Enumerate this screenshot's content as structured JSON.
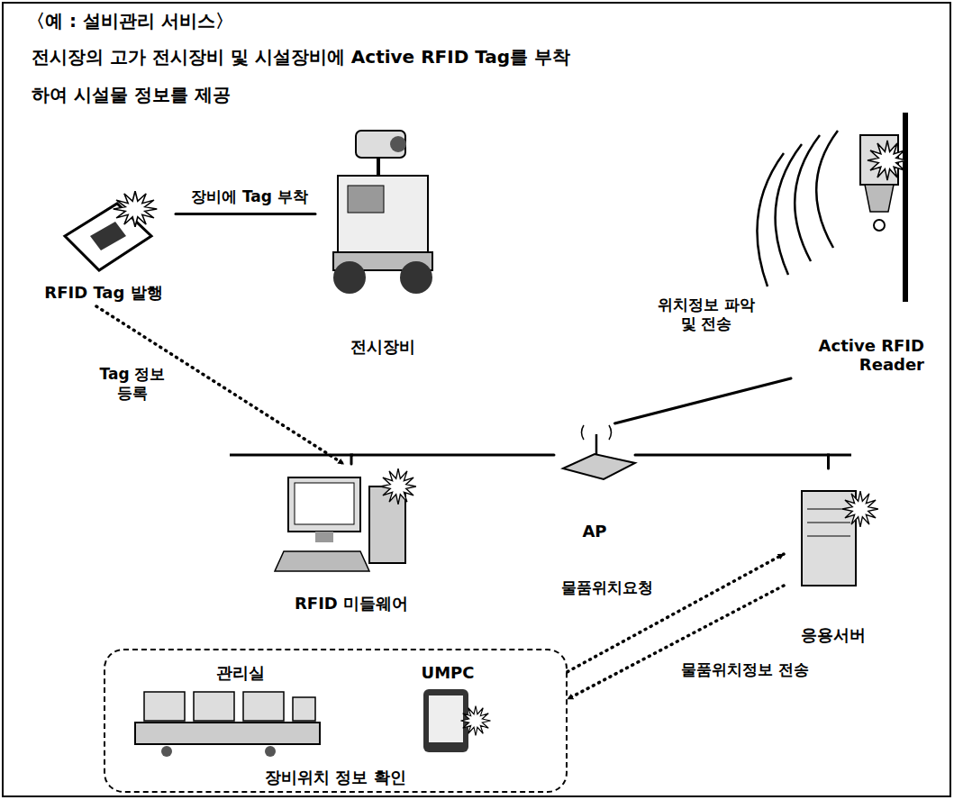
{
  "diagram": {
    "title": "〈예 : 설비관리 서비스〉",
    "nodes": [
      {
        "text": [
          "RFID Tag 발행"
        ]
      },
      {
        "text": [
          "전시장비"
        ]
      },
      {
        "text": [
          "Active RFID Reader"
        ]
      },
      {
        "text": [
          "AP"
        ]
      },
      {
        "text": [
          "RFID 미들웨어"
        ]
      },
      {
        "text": [
          "응용서버"
        ]
      },
      {
        "text": [
          "장비위치 정보 확인"
        ]
      },
      {
        "text": [
          "관리실"
        ],
        "in": 6
      },
      {
        "text": [
          "UMPC"
        ],
        "in": 6
      }
    ],
    "edges": [
      {
        "from": 0,
        "to": 1,
        "label": "장비에 Tag 부착",
        "arrow": "none"
      },
      {
        "from": 0,
        "to": 4,
        "label": "Tag 정보 등록",
        "arrow": "to"
      },
      {
        "from": 2,
        "to": 3,
        "label": "위치정보 파악 및 전송",
        "arrow": "none"
      },
      {
        "from": 4,
        "to": 3,
        "arrow": "none"
      },
      {
        "from": 3,
        "to": 5,
        "arrow": "none"
      },
      {
        "from": 6,
        "to": 5,
        "label": "물품위치요청",
        "arrow": "to"
      },
      {
        "from": 5,
        "to": 6,
        "label": "물품위치정보 전송",
        "arrow": "to"
      }
    ],
    "labels": [
      "전시장의 고가 전시장비 및 시설장비에 Active RFID Tag를 부착하여 시설물 정보를 제공"
    ]
  }
}
